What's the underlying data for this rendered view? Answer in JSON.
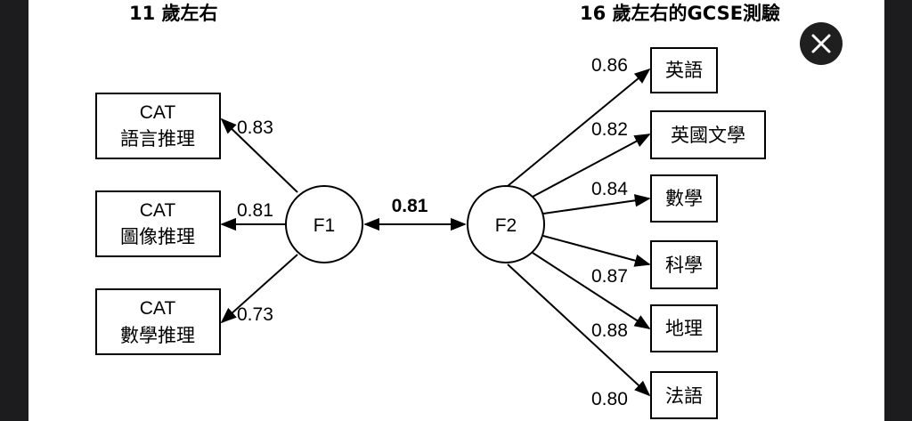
{
  "header": {
    "left_title": "11 歲左右",
    "right_title": "16 歲左右的GCSE測驗"
  },
  "factors": {
    "f1": "F1",
    "f2": "F2",
    "correlation": "0.81"
  },
  "left_boxes": [
    {
      "line1": "CAT",
      "line2": "語言推理",
      "loading": "0.83"
    },
    {
      "line1": "CAT",
      "line2": "圖像推理",
      "loading": "0.81"
    },
    {
      "line1": "CAT",
      "line2": "數學推理",
      "loading": "0.73"
    }
  ],
  "right_boxes": [
    {
      "label": "英語",
      "loading": "0.86"
    },
    {
      "label": "英國文學",
      "loading": "0.82"
    },
    {
      "label": "數學",
      "loading": "0.84"
    },
    {
      "label": "科學",
      "loading": "0.87"
    },
    {
      "label": "地理",
      "loading": "0.88"
    },
    {
      "label": "法語",
      "loading": "0.80"
    }
  ],
  "colors": {
    "frame": "#1c1c1e",
    "panel": "#ffffff",
    "ink": "#000000",
    "close_button": "#1f1f1f"
  },
  "icons": {
    "close": "close-icon"
  }
}
